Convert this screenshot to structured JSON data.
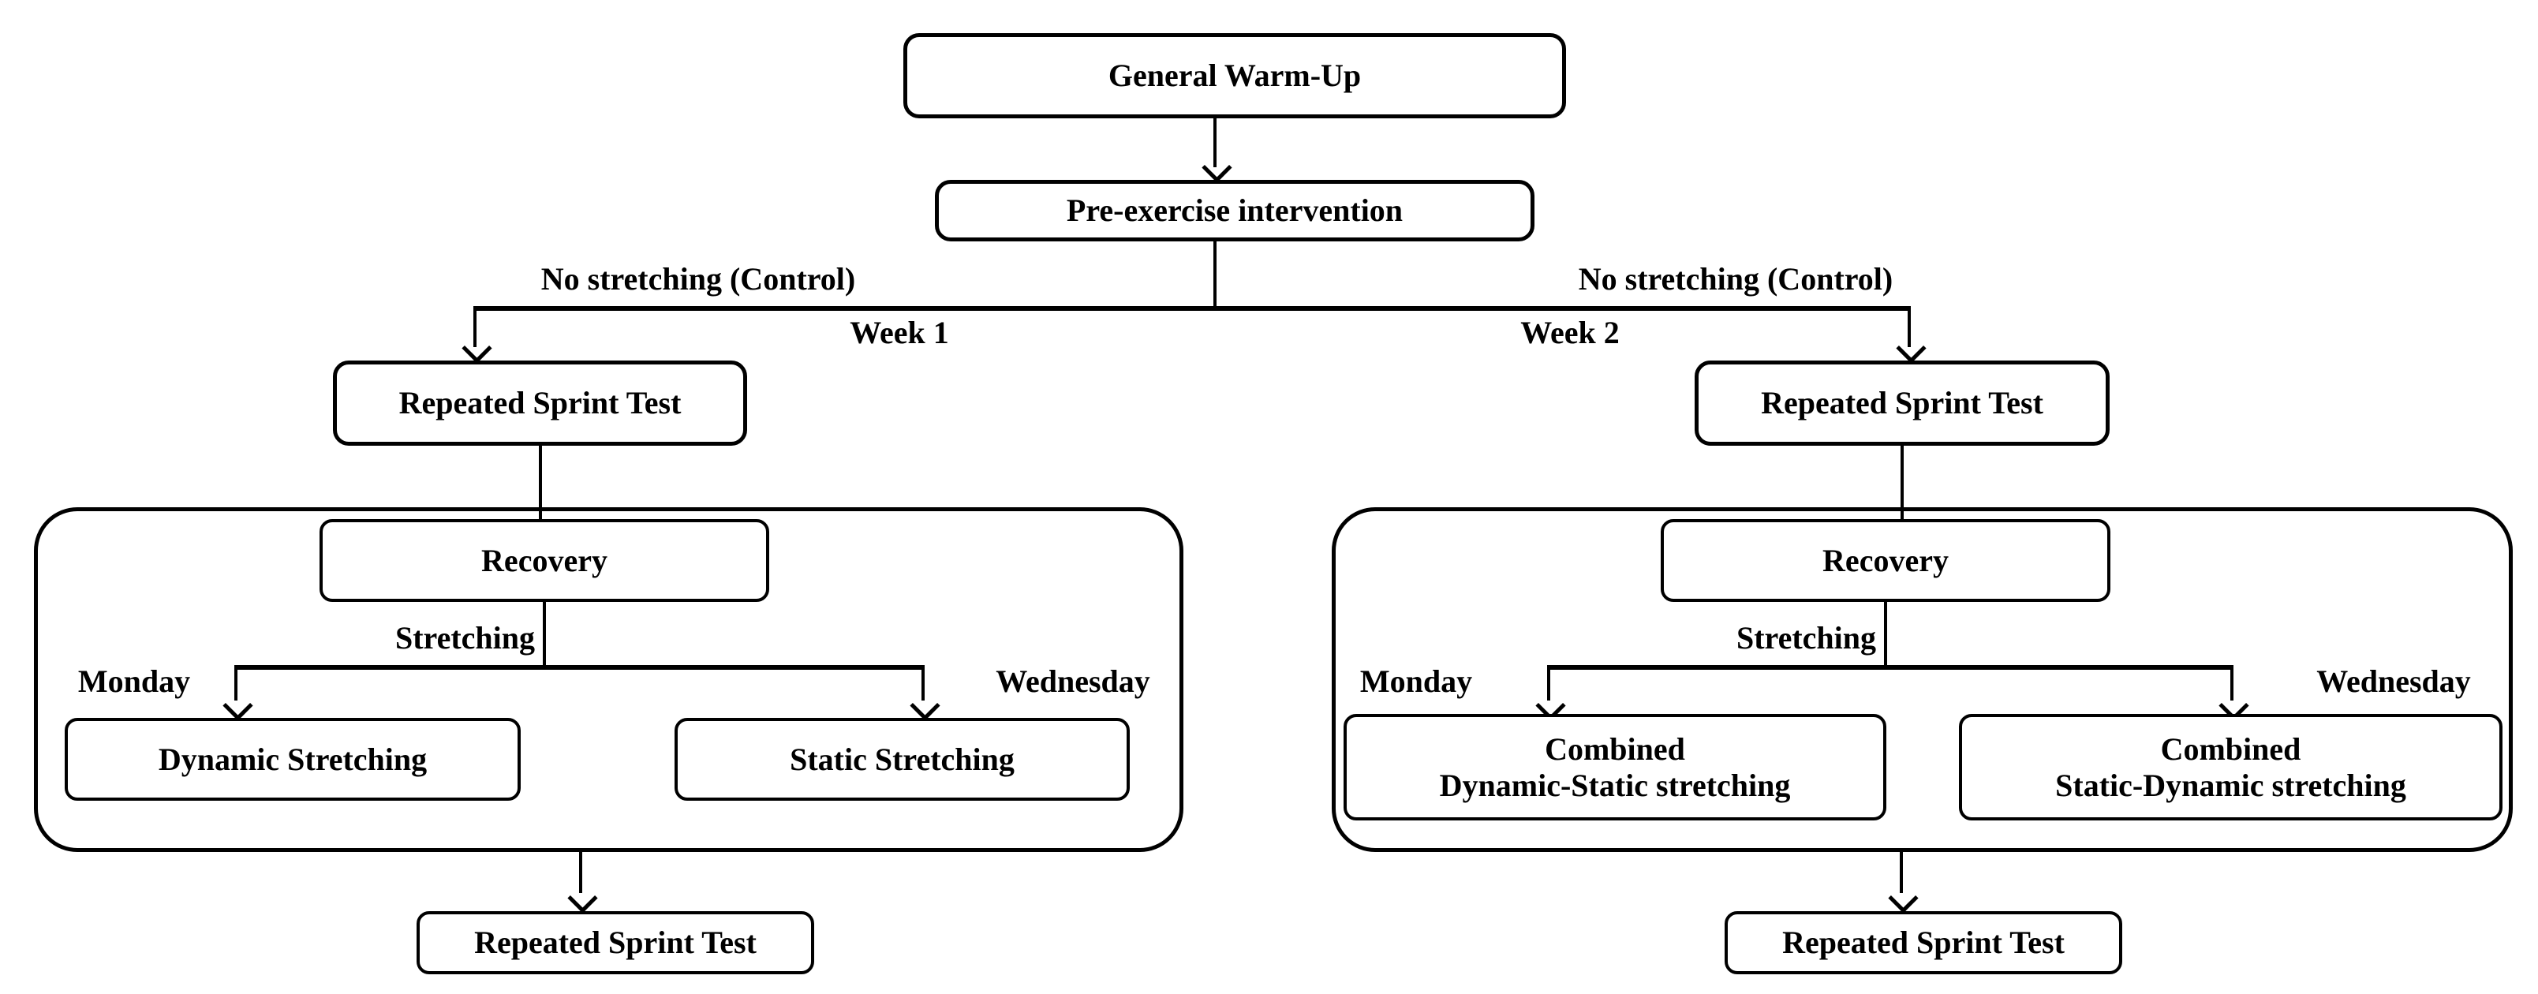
{
  "figure": {
    "general_warmup": "General Warm-Up",
    "pre_exercise": "Pre-exercise intervention",
    "week1": {
      "control_label": "No stretching (Control)",
      "week_label": "Week 1",
      "pre_test": "Repeated Sprint Test",
      "recovery": "Recovery",
      "stretching_label": "Stretching",
      "monday_label": "Monday",
      "wednesday_label": "Wednesday",
      "monday_activity": "Dynamic Stretching",
      "wednesday_activity": "Static Stretching",
      "post_test": "Repeated Sprint Test"
    },
    "week2": {
      "control_label": "No stretching (Control)",
      "week_label": "Week 2",
      "pre_test": "Repeated Sprint Test",
      "recovery": "Recovery",
      "stretching_label": "Stretching",
      "monday_label": "Monday",
      "wednesday_label": "Wednesday",
      "monday_activity": "Combined\nDynamic-Static stretching",
      "wednesday_activity": "Combined\nStatic-Dynamic stretching",
      "post_test": "Repeated Sprint Test"
    },
    "colors": {
      "background": "#ffffff",
      "line": "#000000",
      "text": "#000000"
    }
  }
}
